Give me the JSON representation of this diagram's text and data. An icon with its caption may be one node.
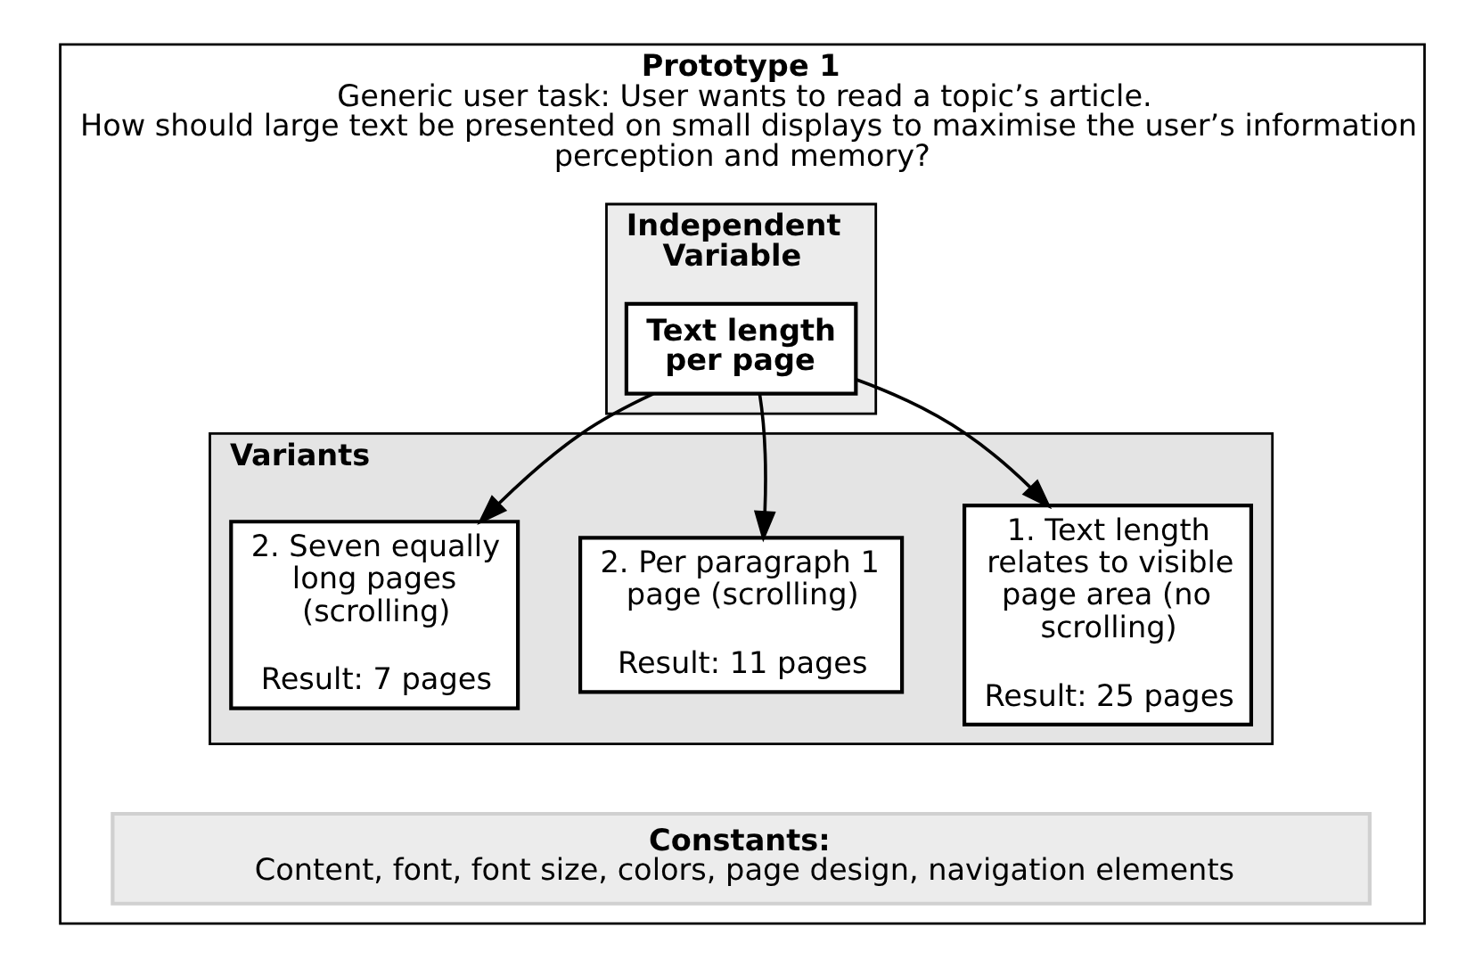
{
  "diagram": {
    "nodes": [
      {
        "text": [
          "Prototype 1",
          "Generic user task: User wants to read a topic’s article.",
          "How should large text be presented on small displays to maximise the user’s information perception and memory?"
        ]
      },
      {
        "text": [
          "Independent Variable"
        ],
        "in": 0
      },
      {
        "text": [
          "Text length per page"
        ],
        "in": 1
      },
      {
        "text": [
          "Variants"
        ],
        "in": 0
      },
      {
        "text": [
          "1. Text length relates to visible page area (no scrolling)",
          "Result: 25 pages"
        ],
        "in": 3
      },
      {
        "text": [
          "2. Per paragraph 1 page (scrolling)",
          "Result: 11 pages"
        ],
        "in": 3
      },
      {
        "text": [
          "2. Seven equally long pages (scrolling)",
          "Result: 7 pages"
        ],
        "in": 3
      },
      {
        "text": [
          "Constants:",
          "Content, font, font size, colors, page design, navigation elements"
        ],
        "in": 0
      }
    ],
    "edges": [
      {
        "from": 2,
        "to": 4,
        "arrow": "to"
      },
      {
        "from": 2,
        "to": 5,
        "arrow": "to"
      },
      {
        "from": 2,
        "to": 6,
        "arrow": "to"
      }
    ]
  }
}
